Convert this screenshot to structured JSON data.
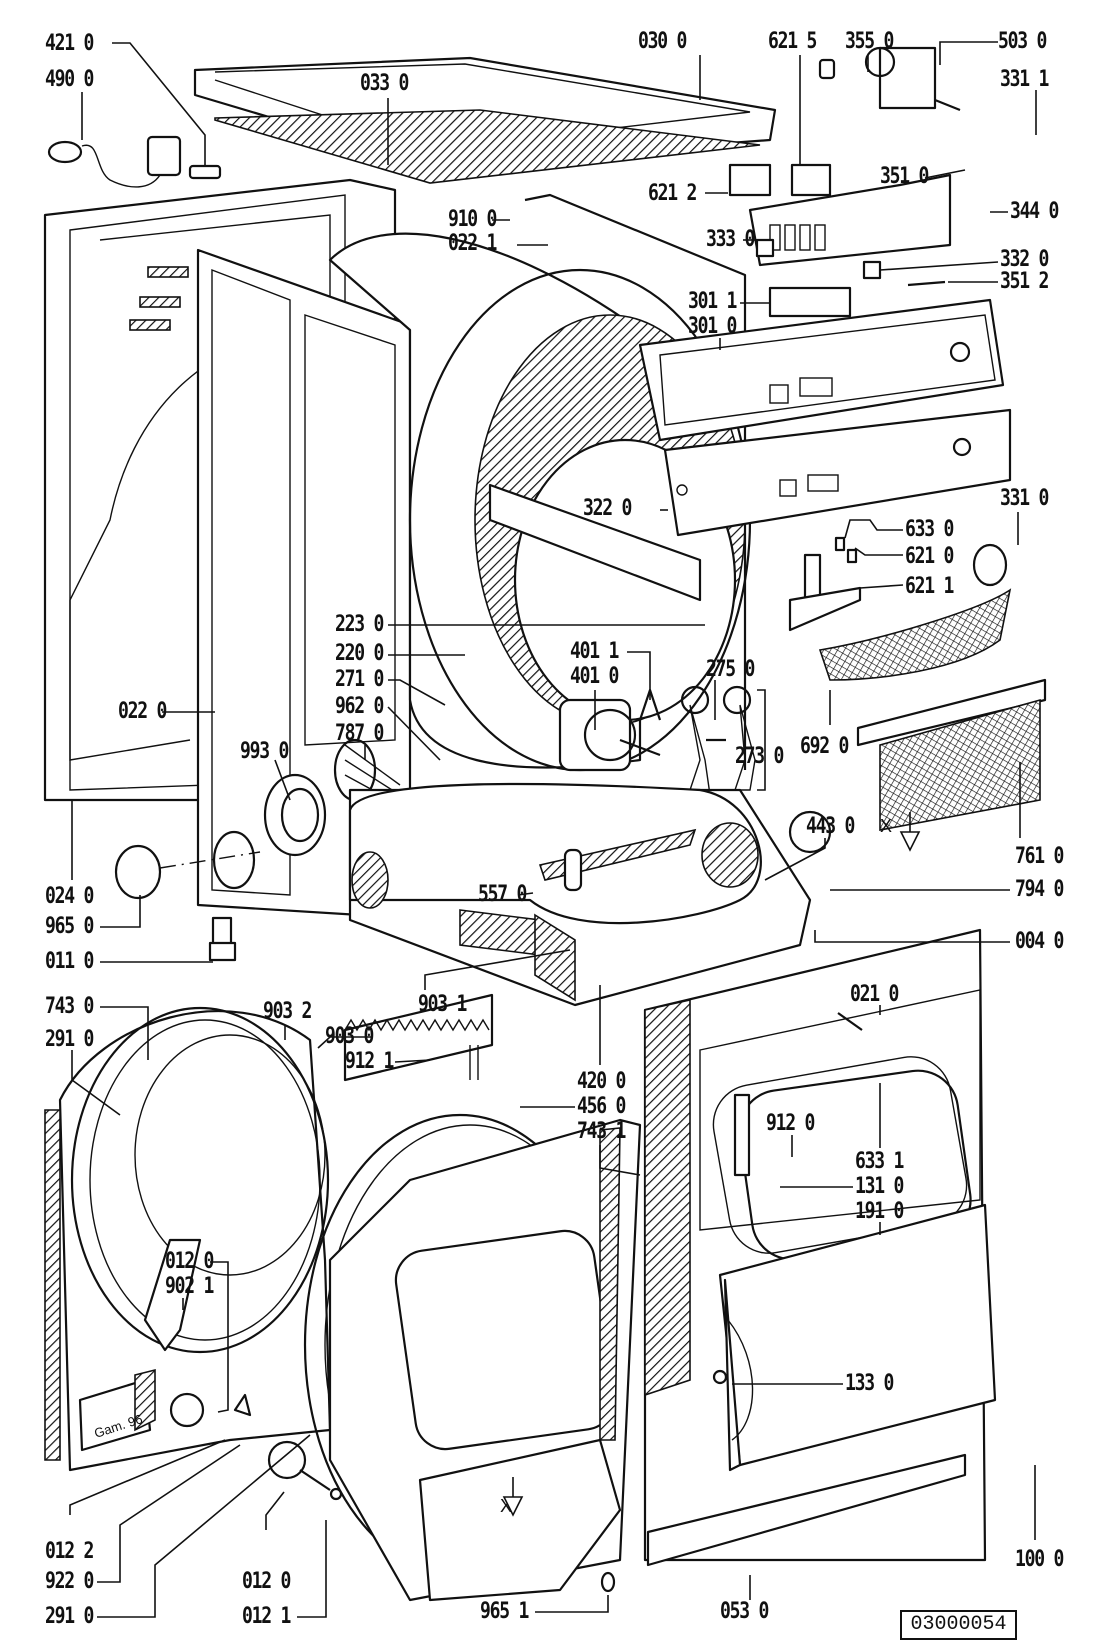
{
  "diagram": {
    "title": "Tumble dryer exploded parts diagram",
    "reference_number": "03000054",
    "panel_inscription": "Gam. 96",
    "direction_marker": "X",
    "part_labels": [
      {
        "id": "421-0",
        "text": "421 0",
        "part": "cable/terminal"
      },
      {
        "id": "490-0",
        "text": "490 0",
        "part": "power cord"
      },
      {
        "id": "033-0",
        "text": "033 0",
        "part": "top seal"
      },
      {
        "id": "030-0",
        "text": "030 0",
        "part": "top cover"
      },
      {
        "id": "621-5",
        "text": "621 5",
        "part": "switch"
      },
      {
        "id": "355-0",
        "text": "355 0",
        "part": "sensor"
      },
      {
        "id": "503-0",
        "text": "503 0",
        "part": "timer"
      },
      {
        "id": "331-1",
        "text": "331 1",
        "part": "knob insert"
      },
      {
        "id": "351-0",
        "text": "351 0",
        "part": "lamp"
      },
      {
        "id": "621-2",
        "text": "621 2",
        "part": "switch"
      },
      {
        "id": "344-0",
        "text": "344 0",
        "part": "control bracket"
      },
      {
        "id": "910-0",
        "text": "910 0",
        "part": "screw"
      },
      {
        "id": "022-1",
        "text": "022 1",
        "part": "rear panel section"
      },
      {
        "id": "333-0",
        "text": "333 0",
        "part": "push button"
      },
      {
        "id": "332-0",
        "text": "332 0",
        "part": "push button"
      },
      {
        "id": "351-2",
        "text": "351 2",
        "part": "lamp"
      },
      {
        "id": "301-1",
        "text": "301 1",
        "part": "button frame"
      },
      {
        "id": "301-0",
        "text": "301 0",
        "part": "control panel"
      },
      {
        "id": "322-0",
        "text": "322 0",
        "part": "control panel fascia"
      },
      {
        "id": "633-0",
        "text": "633 0",
        "part": "switch contact"
      },
      {
        "id": "621-0",
        "text": "621 0",
        "part": "switch"
      },
      {
        "id": "621-1",
        "text": "621 1",
        "part": "door switch"
      },
      {
        "id": "331-0",
        "text": "331 0",
        "part": "knob"
      },
      {
        "id": "223-0",
        "text": "223 0",
        "part": "drum paddle"
      },
      {
        "id": "220-0",
        "text": "220 0",
        "part": "drum"
      },
      {
        "id": "271-0",
        "text": "271 0",
        "part": "drive belt"
      },
      {
        "id": "962-0",
        "text": "962 0",
        "part": "insulation"
      },
      {
        "id": "787-0",
        "text": "787 0",
        "part": "heating element"
      },
      {
        "id": "401-1",
        "text": "401 1",
        "part": "motor clip"
      },
      {
        "id": "401-0",
        "text": "401 0",
        "part": "motor"
      },
      {
        "id": "275-0",
        "text": "275 0",
        "part": "tension spring"
      },
      {
        "id": "273-0",
        "text": "273 0",
        "part": "idler pulley"
      },
      {
        "id": "692-0",
        "text": "692 0",
        "part": "lint filter frame"
      },
      {
        "id": "022-0",
        "text": "022 0",
        "part": "side panel"
      },
      {
        "id": "993-0",
        "text": "993 0",
        "part": "hose connector"
      },
      {
        "id": "024-0",
        "text": "024 0",
        "part": "side panel right"
      },
      {
        "id": "965-0",
        "text": "965 0",
        "part": "cap"
      },
      {
        "id": "011-0",
        "text": "011 0",
        "part": "foot"
      },
      {
        "id": "443-0",
        "text": "443 0",
        "part": "fan housing"
      },
      {
        "id": "761-0",
        "text": "761 0",
        "part": "filter"
      },
      {
        "id": "794-0",
        "text": "794 0",
        "part": "seal ring"
      },
      {
        "id": "557-0",
        "text": "557 0",
        "part": "thermostat"
      },
      {
        "id": "004-0",
        "text": "004 0",
        "part": "base"
      },
      {
        "id": "903-1",
        "text": "903 1",
        "part": "thermostat"
      },
      {
        "id": "743-0",
        "text": "743 0",
        "part": "rear bearing plate"
      },
      {
        "id": "291-0",
        "text": "291 0",
        "part": "felt seal"
      },
      {
        "id": "903-2",
        "text": "903 2",
        "part": "thermostat clip"
      },
      {
        "id": "903-0",
        "text": "903 0",
        "part": "thermostat"
      },
      {
        "id": "912-1",
        "text": "912 1",
        "part": "screw"
      },
      {
        "id": "420-0",
        "text": "420 0",
        "part": "capacitor"
      },
      {
        "id": "456-0",
        "text": "456 0",
        "part": "heater"
      },
      {
        "id": "743-1",
        "text": "743 1",
        "part": "front bearing plate"
      },
      {
        "id": "021-0",
        "text": "021 0",
        "part": "front panel"
      },
      {
        "id": "912-0",
        "text": "912 0",
        "part": "screw"
      },
      {
        "id": "633-1",
        "text": "633 1",
        "part": "hinge pin"
      },
      {
        "id": "131-0",
        "text": "131 0",
        "part": "door hinge"
      },
      {
        "id": "191-0",
        "text": "191 0",
        "part": "door seal"
      },
      {
        "id": "012-0-a",
        "text": "012 0",
        "part": "roller"
      },
      {
        "id": "902-1",
        "text": "902 1",
        "part": "roller bracket"
      },
      {
        "id": "133-0",
        "text": "133 0",
        "part": "door latch"
      },
      {
        "id": "012-2",
        "text": "012 2",
        "part": "roller axle"
      },
      {
        "id": "922-0",
        "text": "922 0",
        "part": "clip"
      },
      {
        "id": "291-0-b",
        "text": "291 0",
        "part": "felt seal"
      },
      {
        "id": "012-0-b",
        "text": "012 0",
        "part": "roller"
      },
      {
        "id": "012-1",
        "text": "012 1",
        "part": "roller shaft"
      },
      {
        "id": "965-1",
        "text": "965 1",
        "part": "cap"
      },
      {
        "id": "053-0",
        "text": "053 0",
        "part": "kickplate"
      },
      {
        "id": "100-0",
        "text": "100 0",
        "part": "door"
      }
    ]
  }
}
